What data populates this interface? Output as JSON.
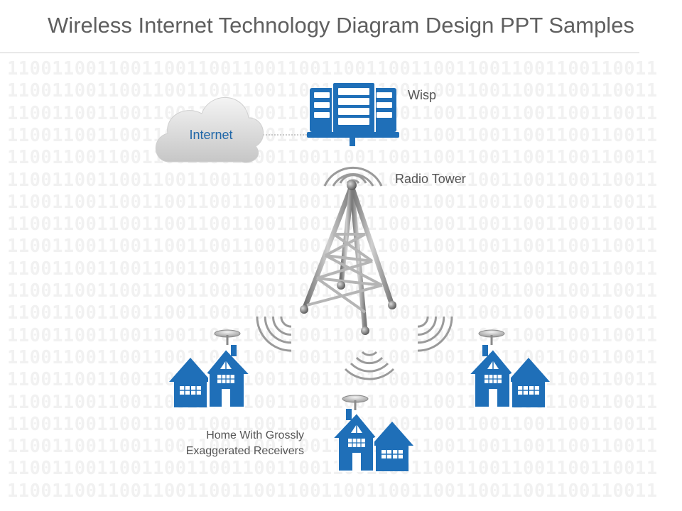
{
  "title": "Wireless Internet Technology Diagram Design PPT Samples",
  "labels": {
    "internet": "Internet",
    "wisp": "Wisp",
    "radio_tower": "Radio Tower",
    "home_line1": "Home With Grossly",
    "home_line2": "Exaggerated Receivers"
  },
  "background_pattern": "1100110011001100110011001100110011001100110011001100110011",
  "colors": {
    "accent_blue": "#1f6fb8",
    "tower_gray": "#8a8a8a",
    "cloud_gray": "#d9d9d9",
    "text_gray": "#555555"
  }
}
